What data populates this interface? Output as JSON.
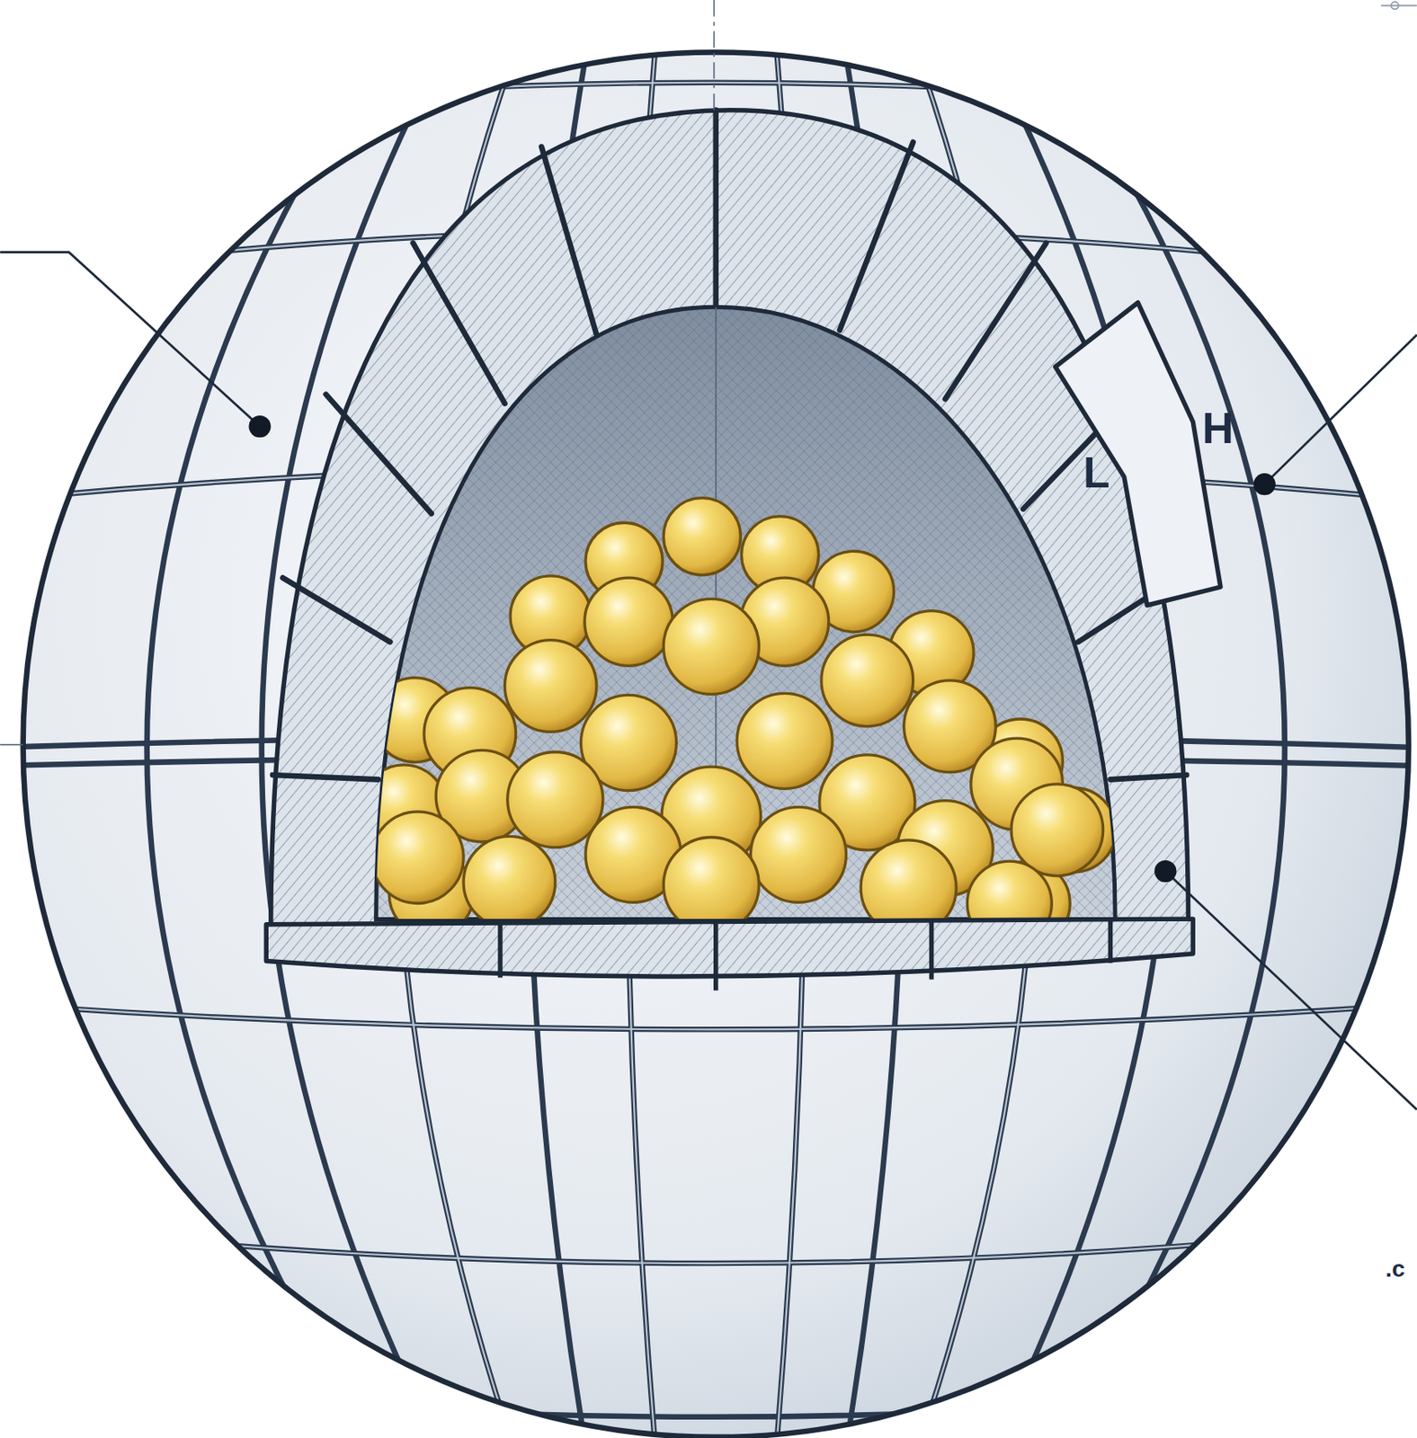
{
  "diagram": {
    "labels": [
      "L",
      "H",
      ".c"
    ]
  }
}
